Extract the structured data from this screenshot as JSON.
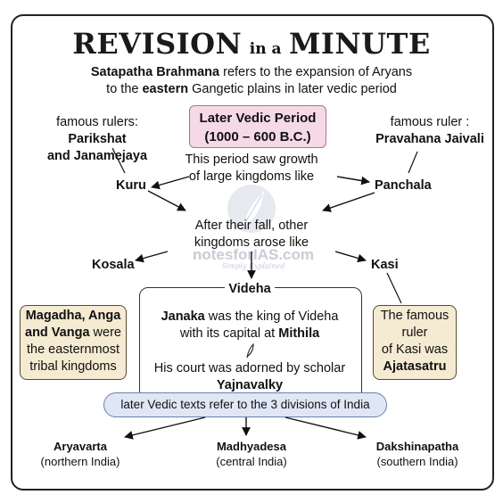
{
  "title": {
    "word1": "REVISION",
    "small": "in a",
    "word2": "MINUTE"
  },
  "intro": {
    "line1_bold": "Satapatha Brahmana",
    "line1_rest": " refers to the expansion of Aryans",
    "line2_pre": "to the ",
    "line2_bold": "eastern",
    "line2_rest": " Gangetic plains in later vedic period"
  },
  "period": {
    "line1": "Later Vedic Period",
    "line2": "(1000 – 600 B.C.)"
  },
  "growth": {
    "line1": "This period saw growth",
    "line2": "of large kingdoms like"
  },
  "kuru": {
    "name": "Kuru",
    "rulers_pre": "famous rulers: ",
    "rulers_bold1": "Parikshat",
    "rulers_bold2": "and Janamejaya"
  },
  "panchala": {
    "name": "Panchala",
    "ruler_pre": "famous ruler :",
    "ruler_bold": "Pravahana Jaivali"
  },
  "fall": {
    "line1": "After their fall, other",
    "line2": "kingdoms arose like"
  },
  "kosala": {
    "name": "Kosala"
  },
  "kasi": {
    "name": "Kasi",
    "note1": "The famous",
    "note2": "ruler",
    "note3": "of Kasi was",
    "note_bold": "Ajatasatru"
  },
  "videha": {
    "name": "Videha",
    "l1_bold": "Janaka",
    "l1_rest": " was the king of Videha",
    "l2_pre": "with its capital at ",
    "l2_bold": "Mithila",
    "l3": "His court was adorned by scholar",
    "l4_bold": "Yajnavalky"
  },
  "magadha": {
    "l1_bold": "Magadha, Anga",
    "l2_bold": "and Vanga",
    "l2_rest": " were",
    "l3": "the easternmost",
    "l4": "tribal kingdoms"
  },
  "divisions": {
    "text": "later Vedic texts refer to the 3 divisions of India"
  },
  "regions": [
    {
      "name": "Aryavarta",
      "desc": "(northern India)"
    },
    {
      "name": "Madhyadesa",
      "desc": "(central India)"
    },
    {
      "name": "Dakshinapatha",
      "desc": "(southern India)"
    }
  ],
  "watermark": {
    "text": "notesforIAS.com",
    "sub": "Simply Explained"
  },
  "colors": {
    "period_fill": "#f6d9e6",
    "note_fill": "#f5ead2",
    "pill_fill": "#dfe6f5"
  }
}
